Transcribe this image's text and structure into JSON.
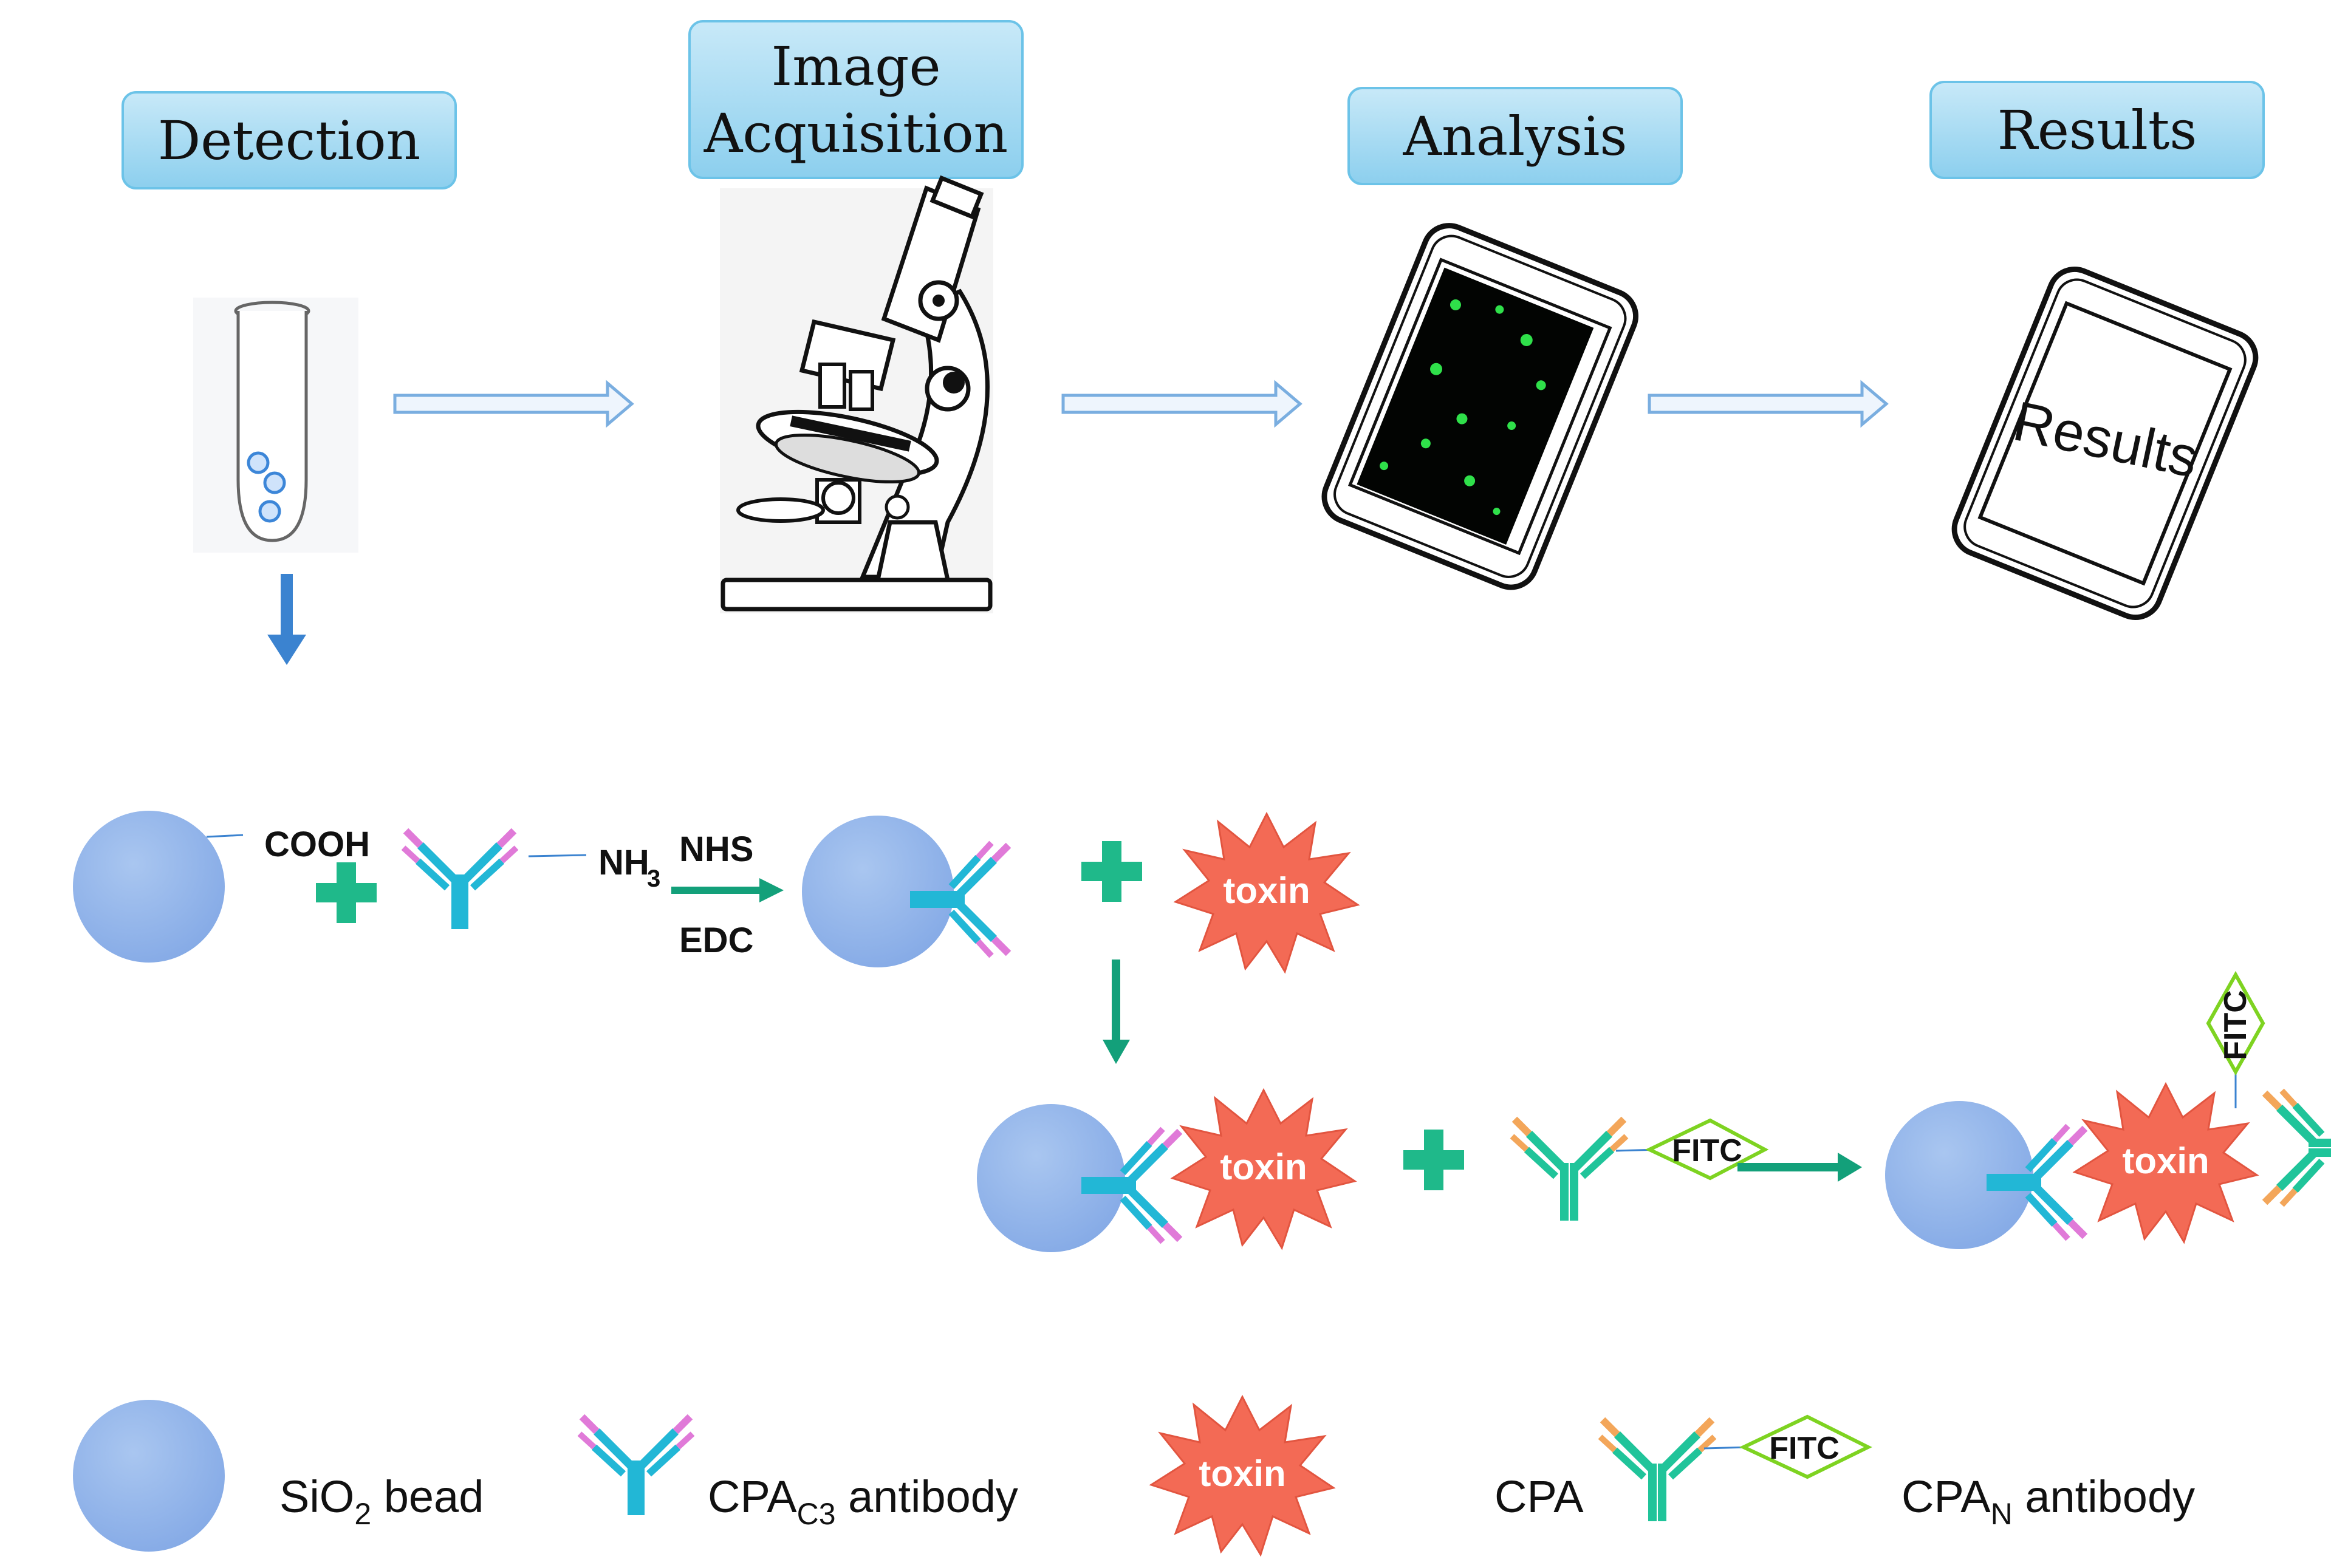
{
  "workflow": {
    "steps": [
      {
        "label": "Detection"
      },
      {
        "label_line1": "Image",
        "label_line2": "Acquisition"
      },
      {
        "label": "Analysis"
      },
      {
        "label": "Results"
      }
    ],
    "phone_screen_text": "Results"
  },
  "reaction": {
    "cooh": "COOH",
    "nh": "NH",
    "nh_sub": "3",
    "nhs": "NHS",
    "edc": "EDC",
    "toxin": "toxin",
    "fitc": "FITC"
  },
  "legend": {
    "bead_text": "SiO",
    "bead_sub": "2",
    "bead_text2": " bead",
    "cpac3_text": "CPA",
    "cpac3_sub": "C3",
    "cpac3_text2": "  antibody",
    "toxin": "toxin",
    "cpa_text": "CPA",
    "fitc": "FITC",
    "cpan_text": "CPA",
    "cpan_sub": "N",
    "cpan_text2": "  antibody"
  },
  "colors": {
    "label_box_fill": "#a9daf2",
    "label_box_stroke": "#6cc3e8",
    "bead": "#8fb4ea",
    "antibody_capture": "#22b7d6",
    "antibody_capture_tip": "#e07ad8",
    "antibody_detect": "#20c49a",
    "antibody_detect_tip": "#f3a65a",
    "toxin": "#f36a55",
    "fitc_stroke": "#7ed321",
    "plus": "#1fb98a",
    "reaction_arrow": "#13a07a",
    "down_arrow_blue": "#3b83d0",
    "flow_arrow_stroke": "#7aaee0"
  }
}
